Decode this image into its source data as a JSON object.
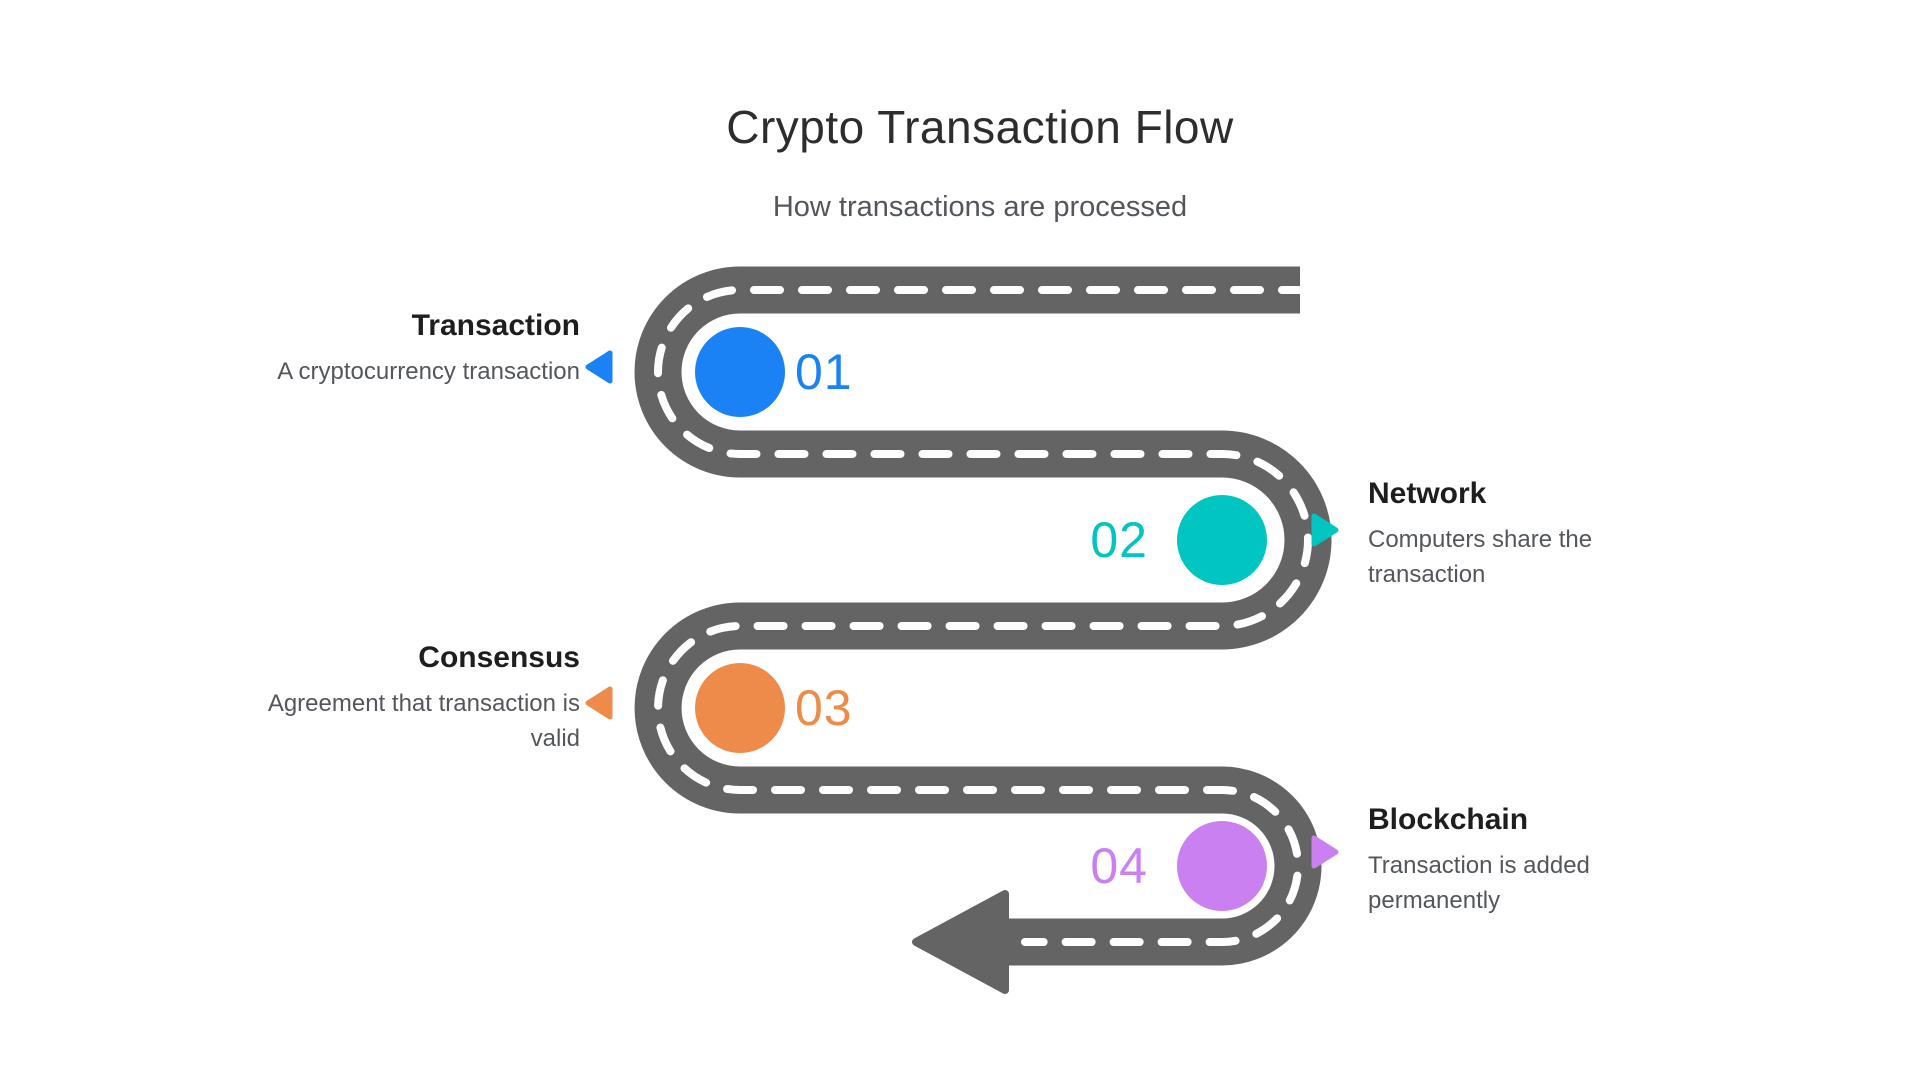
{
  "header": {
    "title": "Crypto Transaction Flow",
    "subtitle": "How transactions are processed"
  },
  "road": {
    "color": "#646464",
    "dash_color": "#ffffff"
  },
  "steps": [
    {
      "number": "01",
      "label": "Transaction",
      "description": "A cryptocurrency transaction",
      "color": "#1b82f6",
      "side": "left"
    },
    {
      "number": "02",
      "label": "Network",
      "description": "Computers share the transaction",
      "color": "#00c5c1",
      "side": "right"
    },
    {
      "number": "03",
      "label": "Consensus",
      "description": "Agreement that transaction is valid",
      "color": "#ef8b4a",
      "side": "left"
    },
    {
      "number": "04",
      "label": "Blockchain",
      "description": "Transaction is added permanently",
      "color": "#cb80f1",
      "side": "right"
    }
  ]
}
